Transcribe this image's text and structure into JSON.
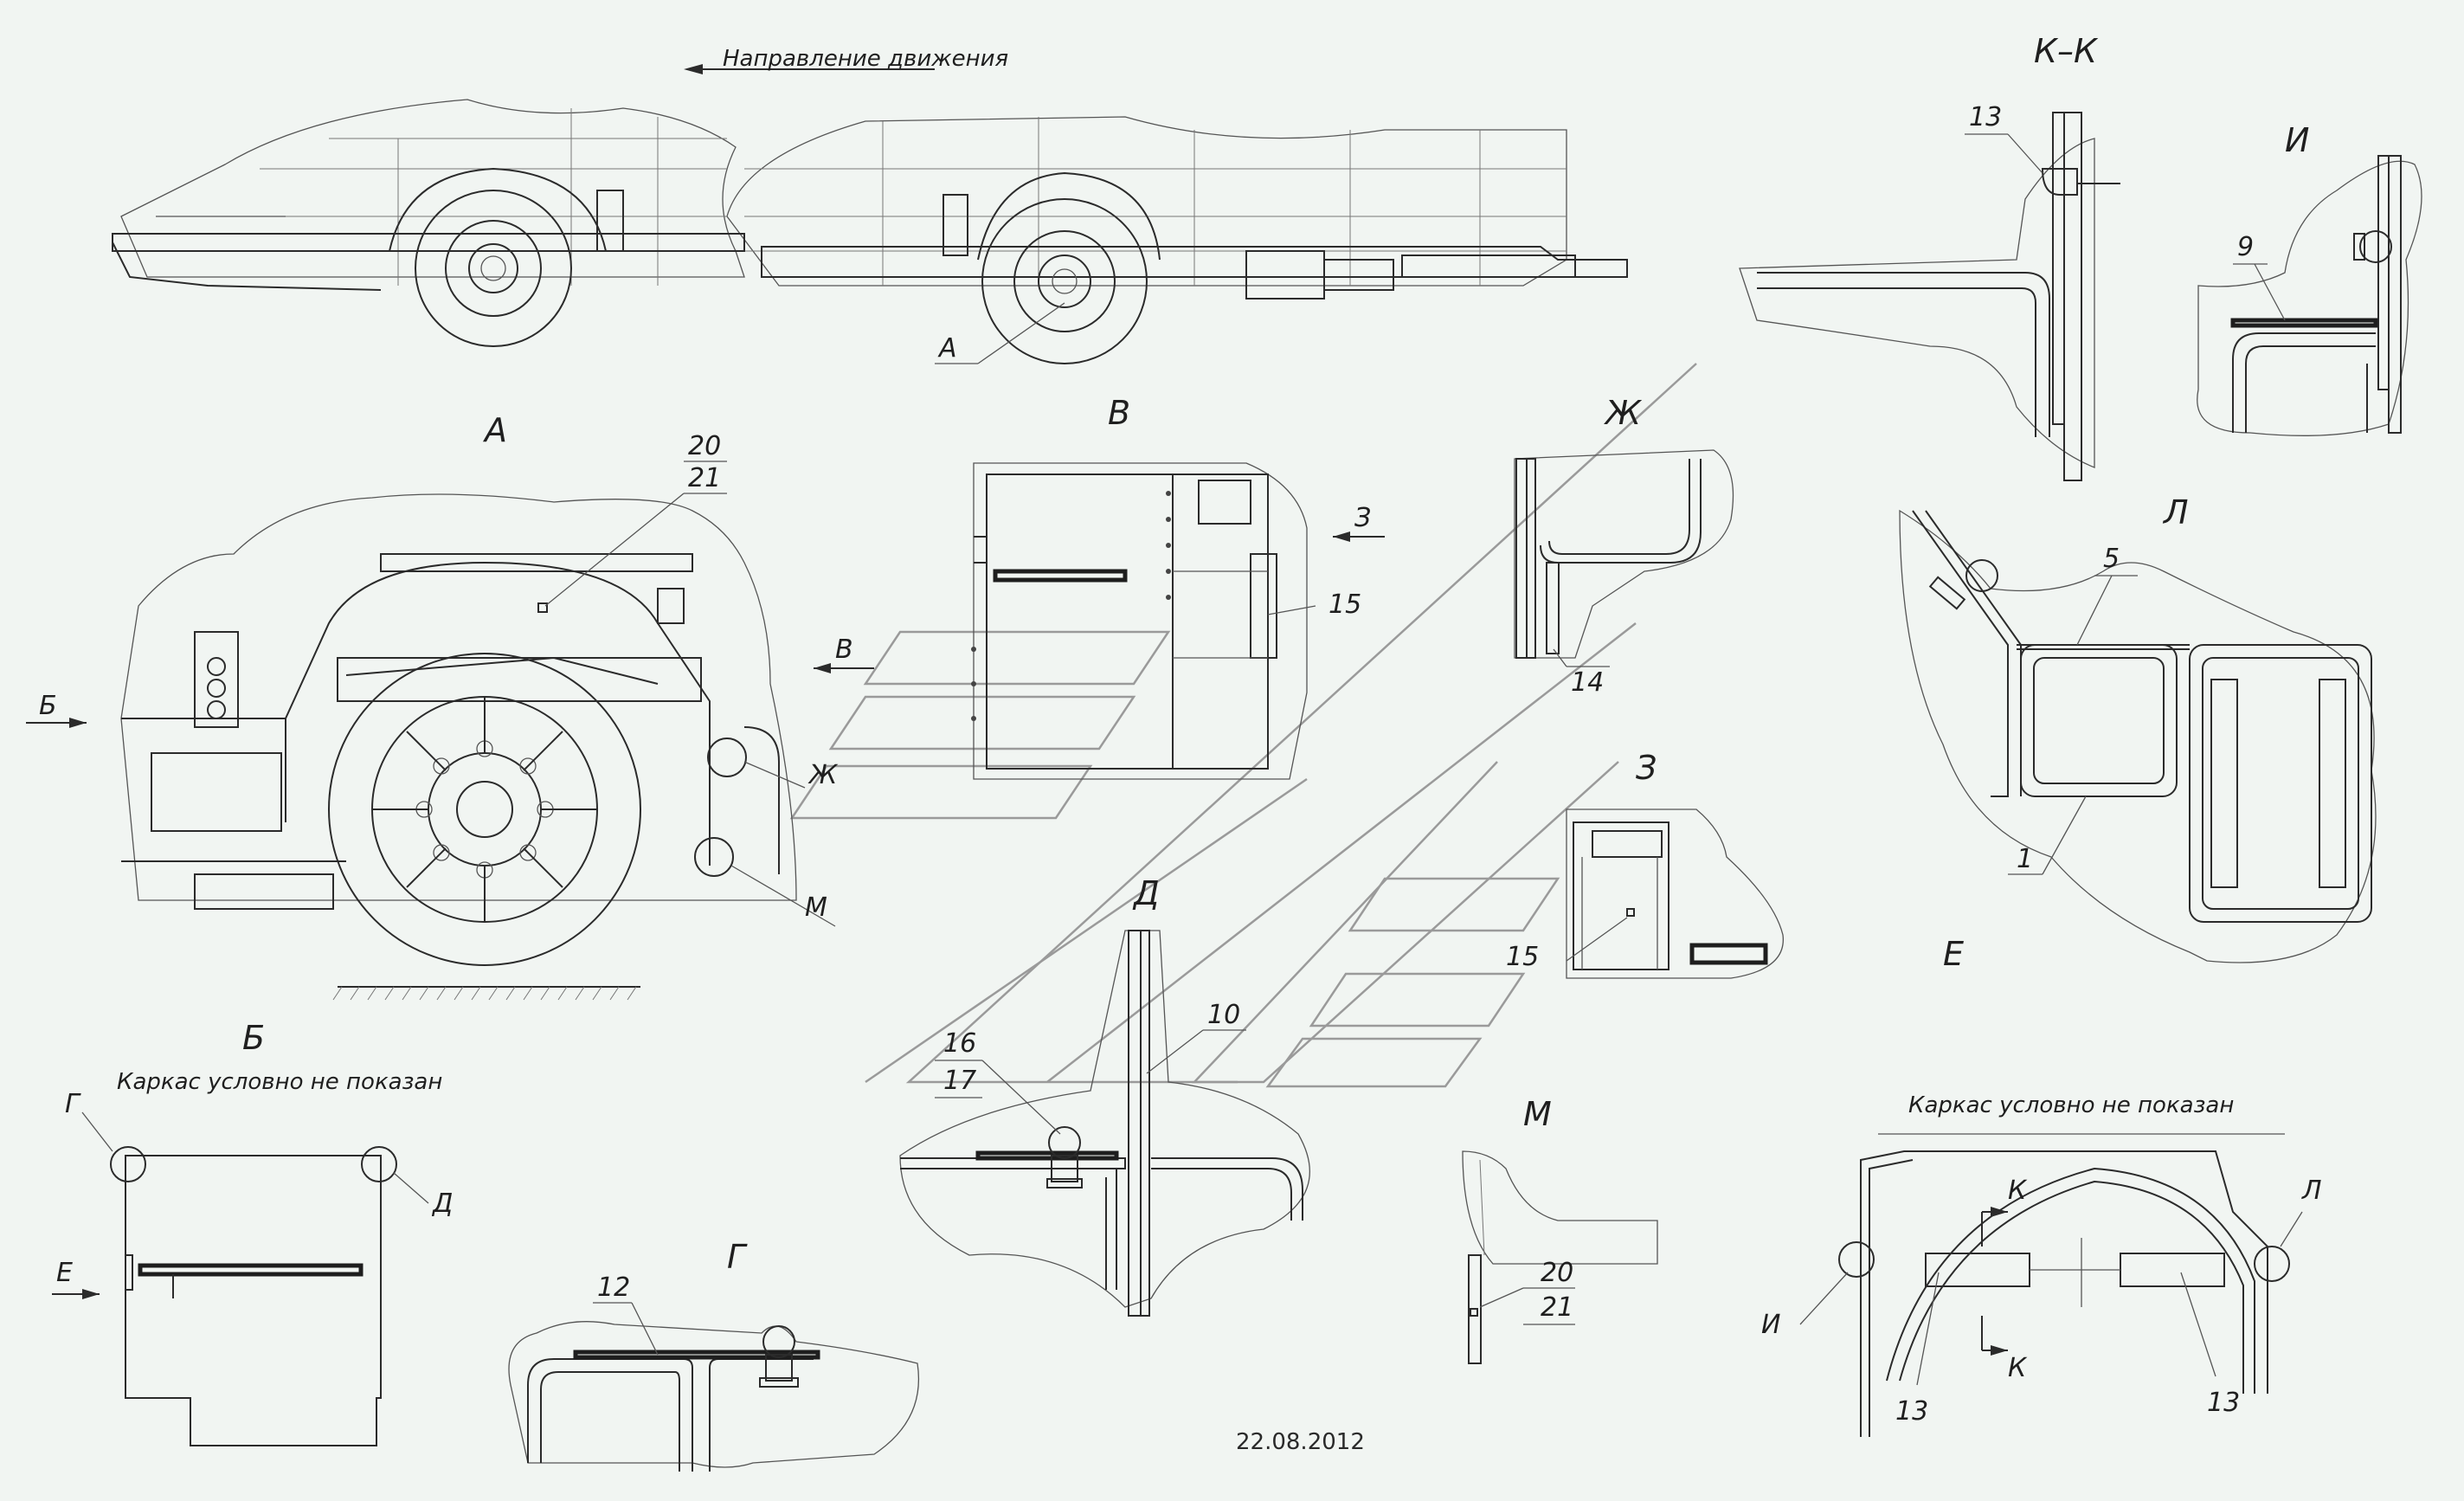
{
  "header": {
    "direction_label": "Направление движения"
  },
  "views": {
    "a": "А",
    "v": "В",
    "zh": "Ж",
    "kk": "К–К",
    "i": "И",
    "l": "Л",
    "z": "З",
    "e": "Е",
    "b": "Б",
    "d": "Д",
    "g": "Г",
    "m": "М"
  },
  "notes": {
    "frame_hidden_b": "Каркас условно не показан",
    "frame_hidden_e": "Каркас условно не показан"
  },
  "callouts": {
    "n1": "1",
    "n5": "5",
    "n9": "9",
    "n10": "10",
    "n12": "12",
    "n13": "13",
    "n14": "14",
    "n15": "15",
    "n16": "16",
    "n17": "17",
    "n20": "20",
    "n21": "21"
  },
  "refs": {
    "a_top": "А",
    "b_arrow": "Б",
    "v_arrow": "В",
    "z_arrow": "З",
    "zh_ref": "Ж",
    "m_ref": "М",
    "g_ref": "Г",
    "d_ref": "Д",
    "e_arrow": "Е",
    "i_ref": "И",
    "l_ref": "Л",
    "k_top": "К",
    "k_bot": "К"
  },
  "footer": {
    "date": "22.08.2012"
  },
  "colors": {
    "background": "#f1f5f2",
    "line": "#2b2b2b",
    "watermark": "#9a9a9a"
  }
}
